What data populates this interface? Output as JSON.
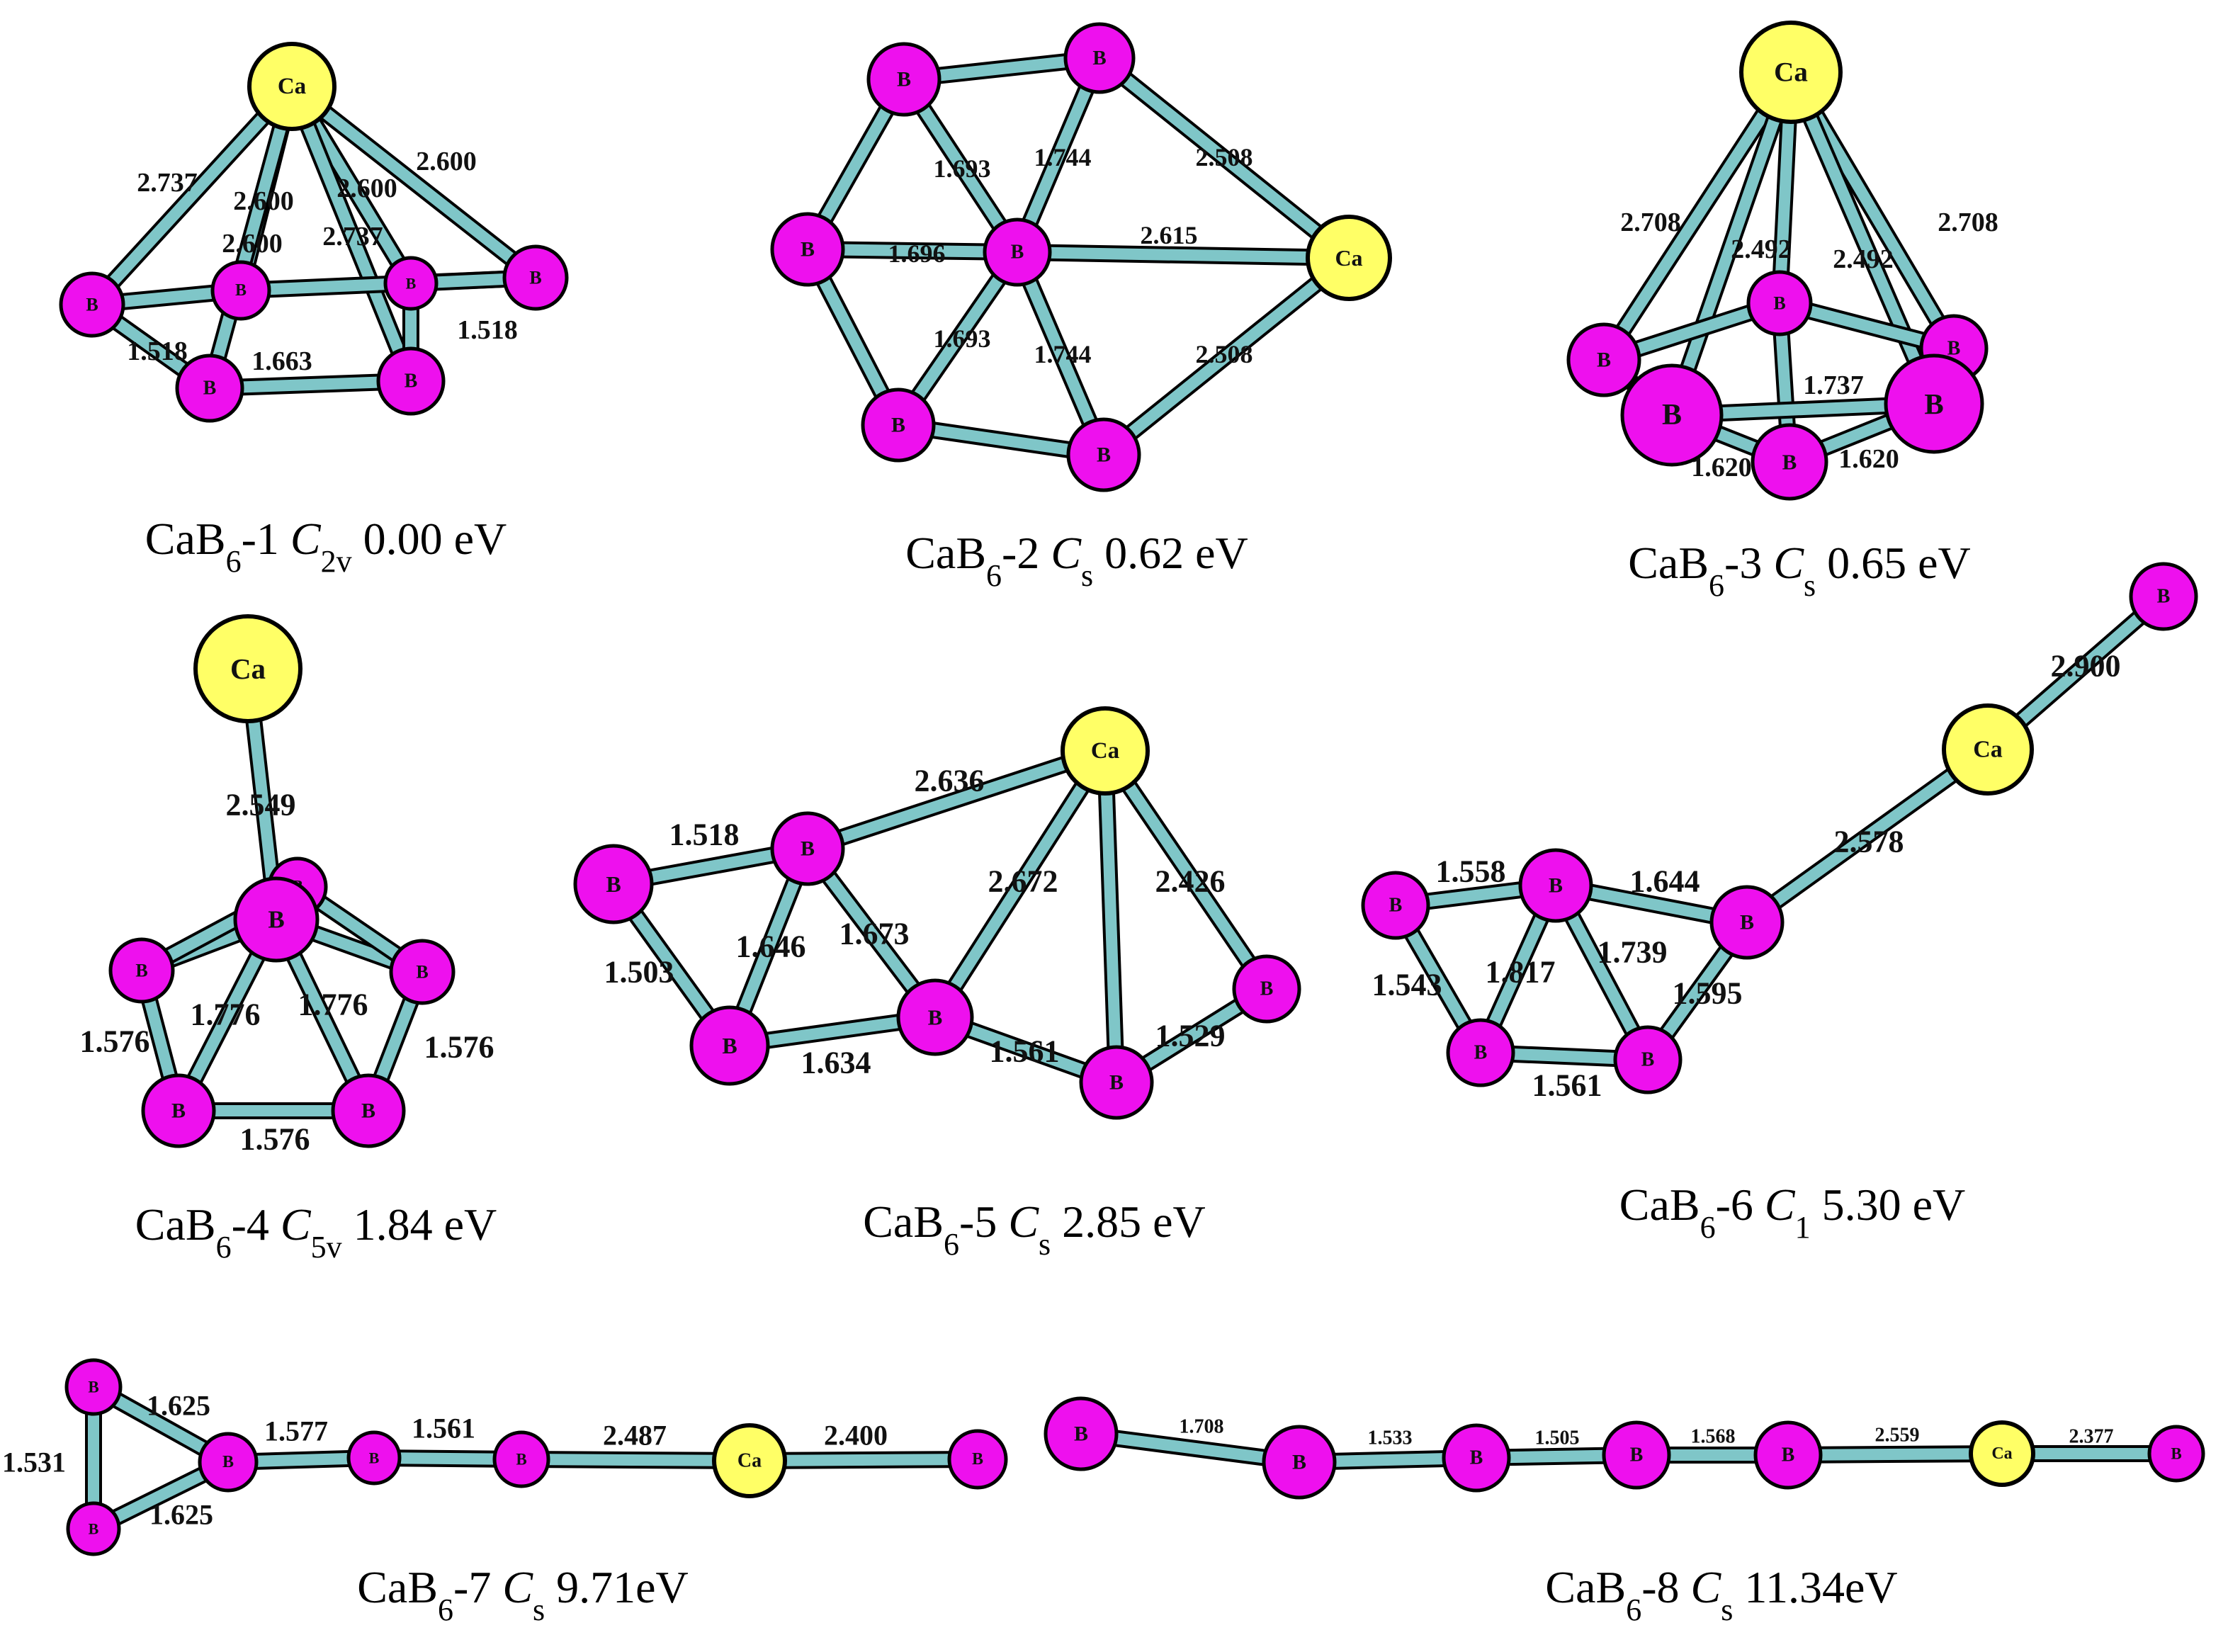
{
  "panels": [
    {
      "id": "cab6-1",
      "caption": {
        "pre": "CaB",
        "sub1": "6",
        "mid": "-1 ",
        "sym": "C",
        "symsub": "2v",
        "energy": "0.00 eV"
      },
      "atoms": [
        {
          "el": "Ca",
          "label": "Ca"
        },
        {
          "el": "B",
          "label": "B"
        },
        {
          "el": "B",
          "label": "B"
        },
        {
          "el": "B",
          "label": "B"
        },
        {
          "el": "B",
          "label": "B"
        },
        {
          "el": "B",
          "label": "B"
        },
        {
          "el": "B",
          "label": "B"
        }
      ],
      "bonds": [
        [
          0,
          1
        ],
        [
          0,
          2
        ],
        [
          0,
          3
        ],
        [
          0,
          4
        ],
        [
          0,
          5
        ],
        [
          0,
          6
        ],
        [
          1,
          2
        ],
        [
          2,
          4
        ],
        [
          4,
          3
        ],
        [
          1,
          5
        ],
        [
          5,
          6
        ],
        [
          6,
          3
        ]
      ],
      "lengths": [
        "2.737",
        "2.600",
        "2.600",
        "2.600",
        "2.600",
        "2.737",
        "1.518",
        "1.663",
        "1.518"
      ]
    },
    {
      "id": "cab6-2",
      "caption": {
        "pre": "CaB",
        "sub1": "6",
        "mid": "-2 ",
        "sym": "C",
        "symsub": "s",
        "energy": "0.62 eV"
      },
      "atoms": [
        {
          "el": "B",
          "label": "B"
        },
        {
          "el": "B",
          "label": "B"
        },
        {
          "el": "B",
          "label": "B"
        },
        {
          "el": "B",
          "label": "B"
        },
        {
          "el": "Ca",
          "label": "Ca"
        },
        {
          "el": "B",
          "label": "B"
        },
        {
          "el": "B",
          "label": "B"
        }
      ],
      "bonds": [
        [
          0,
          1
        ],
        [
          0,
          2
        ],
        [
          0,
          3
        ],
        [
          1,
          3
        ],
        [
          1,
          4
        ],
        [
          2,
          3
        ],
        [
          3,
          4
        ],
        [
          2,
          5
        ],
        [
          3,
          5
        ],
        [
          3,
          6
        ],
        [
          5,
          6
        ],
        [
          6,
          4
        ]
      ],
      "lengths": [
        "1.693",
        "1.744",
        "2.508",
        "1.696",
        "2.615",
        "1.693",
        "1.744",
        "2.508"
      ]
    },
    {
      "id": "cab6-3",
      "caption": {
        "pre": "CaB",
        "sub1": "6",
        "mid": "-3 ",
        "sym": "C",
        "symsub": "s",
        "energy": "0.65 eV"
      },
      "atoms": [
        {
          "el": "Ca",
          "label": "Ca"
        },
        {
          "el": "B",
          "label": "B"
        },
        {
          "el": "B",
          "label": "B"
        },
        {
          "el": "B",
          "label": "B"
        },
        {
          "el": "B",
          "label": "B"
        },
        {
          "el": "B",
          "label": "B"
        },
        {
          "el": "B",
          "label": "B"
        }
      ],
      "bonds": [
        [
          0,
          1
        ],
        [
          0,
          2
        ],
        [
          0,
          3
        ],
        [
          0,
          4
        ],
        [
          0,
          5
        ],
        [
          1,
          4
        ],
        [
          2,
          3
        ],
        [
          2,
          6
        ],
        [
          4,
          5
        ],
        [
          4,
          6
        ],
        [
          5,
          6
        ],
        [
          2,
          1
        ],
        [
          3,
          5
        ]
      ],
      "lengths": [
        "2.708",
        "2.492",
        "2.492",
        "2.708",
        "1.737",
        "1.620",
        "1.620"
      ]
    },
    {
      "id": "cab6-4",
      "caption": {
        "pre": "CaB",
        "sub1": "6",
        "mid": "-4 ",
        "sym": "C",
        "symsub": "5v",
        "energy": "1.84 eV"
      },
      "atoms": [
        {
          "el": "Ca",
          "label": "Ca"
        },
        {
          "el": "B",
          "label": "B"
        },
        {
          "el": "B",
          "label": "B"
        },
        {
          "el": "B",
          "label": "B"
        },
        {
          "el": "B",
          "label": "B"
        },
        {
          "el": "B",
          "label": "B"
        },
        {
          "el": "B",
          "label": "B"
        }
      ],
      "bonds": [
        [
          0,
          2
        ],
        [
          1,
          2
        ],
        [
          2,
          3
        ],
        [
          2,
          4
        ],
        [
          2,
          5
        ],
        [
          2,
          6
        ],
        [
          3,
          5
        ],
        [
          5,
          6
        ],
        [
          6,
          4
        ],
        [
          3,
          1
        ],
        [
          1,
          4
        ]
      ],
      "lengths": [
        "2.549",
        "1.776",
        "1.776",
        "1.576",
        "1.576",
        "1.576"
      ]
    },
    {
      "id": "cab6-5",
      "caption": {
        "pre": "CaB",
        "sub1": "6",
        "mid": "-5 ",
        "sym": "C",
        "symsub": "s",
        "energy": "2.85 eV"
      },
      "atoms": [
        {
          "el": "Ca",
          "label": "Ca"
        },
        {
          "el": "B",
          "label": "B"
        },
        {
          "el": "B",
          "label": "B"
        },
        {
          "el": "B",
          "label": "B"
        },
        {
          "el": "B",
          "label": "B"
        },
        {
          "el": "B",
          "label": "B"
        },
        {
          "el": "B",
          "label": "B"
        }
      ],
      "bonds": [
        [
          1,
          2
        ],
        [
          2,
          0
        ],
        [
          1,
          3
        ],
        [
          3,
          2
        ],
        [
          2,
          4
        ],
        [
          3,
          4
        ],
        [
          4,
          0
        ],
        [
          0,
          5
        ],
        [
          0,
          6
        ],
        [
          4,
          5
        ],
        [
          5,
          6
        ]
      ],
      "lengths": [
        "1.518",
        "2.636",
        "1.503",
        "1.646",
        "1.673",
        "2.672",
        "2.426",
        "1.634",
        "1.561",
        "1.529"
      ]
    },
    {
      "id": "cab6-6",
      "caption": {
        "pre": "CaB",
        "sub1": "6",
        "mid": "-6 ",
        "sym": "C",
        "symsub": "1",
        "energy": "5.30 eV"
      },
      "atoms": [
        {
          "el": "B",
          "label": "B"
        },
        {
          "el": "Ca",
          "label": "Ca"
        },
        {
          "el": "B",
          "label": "B"
        },
        {
          "el": "B",
          "label": "B"
        },
        {
          "el": "B",
          "label": "B"
        },
        {
          "el": "B",
          "label": "B"
        },
        {
          "el": "B",
          "label": "B"
        }
      ],
      "bonds": [
        [
          0,
          1
        ],
        [
          1,
          2
        ],
        [
          3,
          4
        ],
        [
          4,
          2
        ],
        [
          3,
          5
        ],
        [
          4,
          5
        ],
        [
          4,
          6
        ],
        [
          2,
          6
        ],
        [
          5,
          6
        ]
      ],
      "lengths": [
        "2.900",
        "2.578",
        "1.558",
        "1.644",
        "1.543",
        "1.817",
        "1.739",
        "1.595",
        "1.561"
      ]
    },
    {
      "id": "cab6-7",
      "caption": {
        "pre": "CaB",
        "sub1": "6",
        "mid": "-7 ",
        "sym": "C",
        "symsub": "s",
        "energy": "9.71eV"
      },
      "atoms": [
        {
          "el": "B",
          "label": "B"
        },
        {
          "el": "B",
          "label": "B"
        },
        {
          "el": "B",
          "label": "B"
        },
        {
          "el": "B",
          "label": "B"
        },
        {
          "el": "B",
          "label": "B"
        },
        {
          "el": "Ca",
          "label": "Ca"
        },
        {
          "el": "B",
          "label": "B"
        }
      ],
      "bonds": [
        [
          0,
          1
        ],
        [
          1,
          2
        ],
        [
          0,
          2
        ],
        [
          2,
          3
        ],
        [
          3,
          4
        ],
        [
          4,
          5
        ],
        [
          5,
          6
        ]
      ],
      "lengths": [
        "1.625",
        "1.531",
        "1.625",
        "1.577",
        "1.561",
        "2.487",
        "2.400"
      ]
    },
    {
      "id": "cab6-8",
      "caption": {
        "pre": "CaB",
        "sub1": "6",
        "mid": "-8 ",
        "sym": "C",
        "symsub": "s",
        "energy": "11.34eV"
      },
      "atoms": [
        {
          "el": "B",
          "label": "B"
        },
        {
          "el": "B",
          "label": "B"
        },
        {
          "el": "B",
          "label": "B"
        },
        {
          "el": "B",
          "label": "B"
        },
        {
          "el": "B",
          "label": "B"
        },
        {
          "el": "Ca",
          "label": "Ca"
        },
        {
          "el": "B",
          "label": "B"
        }
      ],
      "bonds": [
        [
          0,
          1
        ],
        [
          1,
          2
        ],
        [
          2,
          3
        ],
        [
          3,
          4
        ],
        [
          4,
          5
        ],
        [
          5,
          6
        ]
      ],
      "lengths": [
        "1.708",
        "1.533",
        "1.505",
        "1.568",
        "2.559",
        "2.377"
      ]
    }
  ],
  "colors": {
    "boron": "#ee10ee",
    "calcium": "#ffff66",
    "bond": "#7fc6c8"
  }
}
